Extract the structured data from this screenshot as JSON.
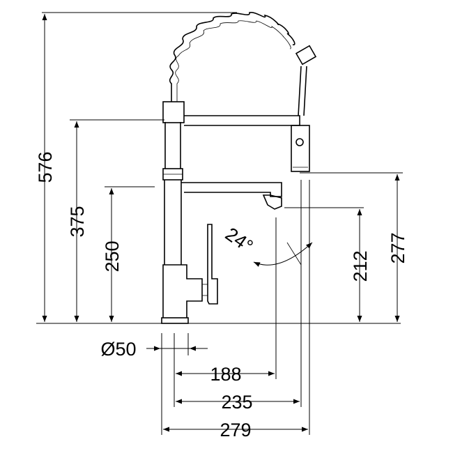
{
  "drawing": {
    "subject": "faucet-side-elevation",
    "dimensions": {
      "total_height": "576",
      "spray_height": "375",
      "spout_height": "250",
      "tip_clearance": "212",
      "spray_clearance": "277",
      "base_diameter": "Ø50",
      "spout_reach": "188",
      "spray_reach": "235",
      "overall_reach": "279",
      "angle": "24°"
    }
  }
}
